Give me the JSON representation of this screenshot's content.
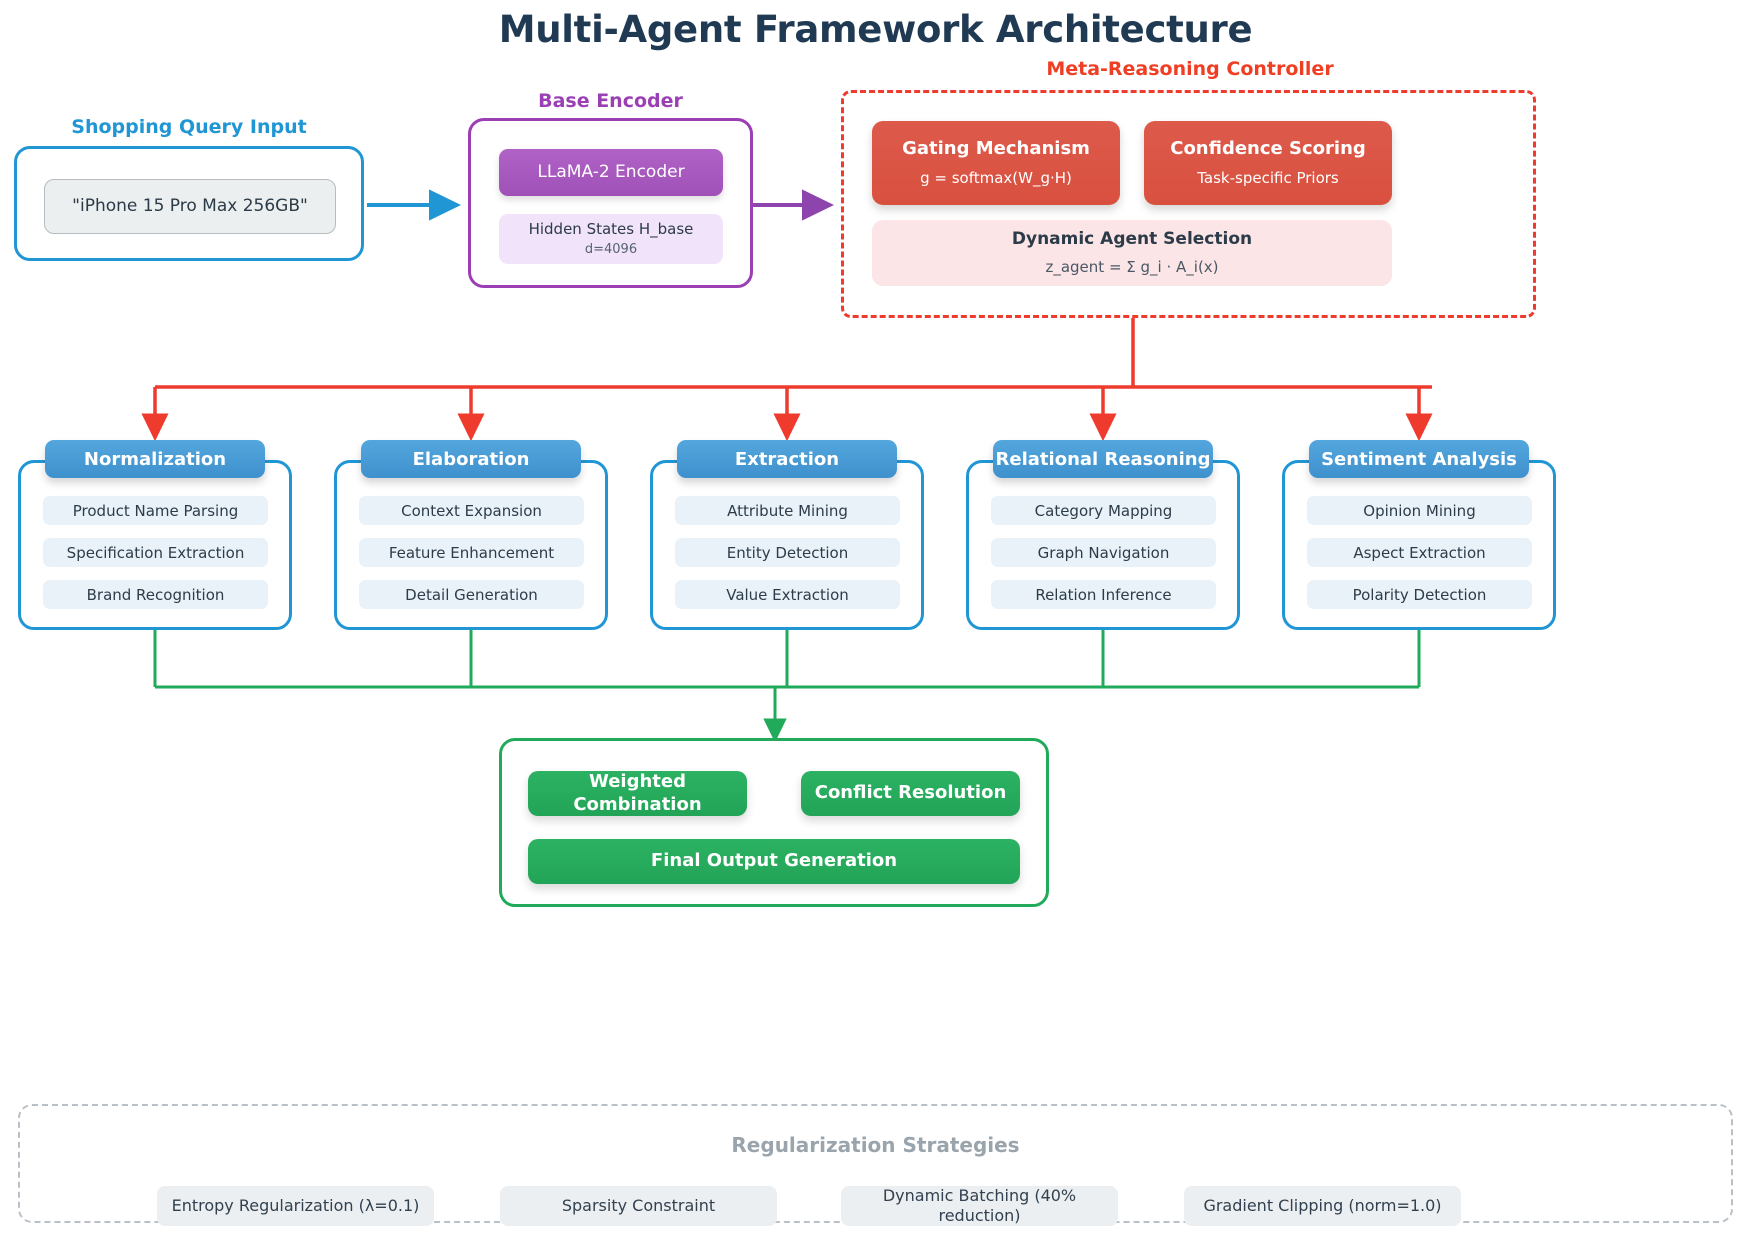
{
  "title": "Multi-Agent Framework Architecture",
  "colors": {
    "title": "#1f3a52",
    "blue": "#2196d4",
    "purple": "#9b3fb5",
    "red": "#ef3b2d",
    "green": "#22aa5b",
    "gray": "#9aa4ac"
  },
  "input": {
    "caption": "Shopping Query Input",
    "query": "\"iPhone 15 Pro Max 256GB\""
  },
  "encoder": {
    "caption": "Base Encoder",
    "model": "LLaMA-2 Encoder",
    "hidden_title": "Hidden States H_base",
    "hidden_sub": "d=4096"
  },
  "controller": {
    "caption": "Meta-Reasoning Controller",
    "blocks": [
      {
        "title": "Gating Mechanism",
        "sub": "g = softmax(W_g·H)"
      },
      {
        "title": "Confidence Scoring",
        "sub": "Task-specific Priors"
      }
    ],
    "selection": {
      "title": "Dynamic Agent Selection",
      "sub": "z_agent = Σ g_i · A_i(x)"
    }
  },
  "agents": [
    {
      "name": "Normalization",
      "items": [
        "Product Name Parsing",
        "Specification Extraction",
        "Brand Recognition"
      ]
    },
    {
      "name": "Elaboration",
      "items": [
        "Context Expansion",
        "Feature Enhancement",
        "Detail Generation"
      ]
    },
    {
      "name": "Extraction",
      "items": [
        "Attribute Mining",
        "Entity Detection",
        "Value Extraction"
      ]
    },
    {
      "name": "Relational Reasoning",
      "items": [
        "Category Mapping",
        "Graph Navigation",
        "Relation Inference"
      ]
    },
    {
      "name": "Sentiment Analysis",
      "items": [
        "Opinion Mining",
        "Aspect Extraction",
        "Polarity Detection"
      ]
    }
  ],
  "aggregation": {
    "top": [
      "Weighted Combination",
      "Conflict Resolution"
    ],
    "final": "Final Output Generation"
  },
  "regularization": {
    "caption": "Regularization Strategies",
    "items": [
      "Entropy Regularization (λ=0.1)",
      "Sparsity Constraint",
      "Dynamic Batching (40% reduction)",
      "Gradient Clipping (norm=1.0)"
    ]
  }
}
